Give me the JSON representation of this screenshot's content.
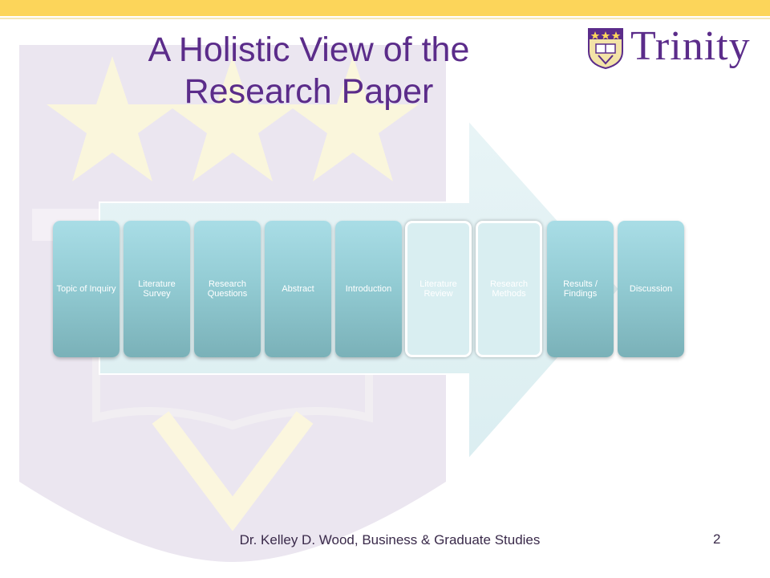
{
  "slide": {
    "title": "A Holistic View of the Research Paper",
    "logo_text": "Trinity",
    "footer": "Dr. Kelley D. Wood, Business & Graduate Studies",
    "page_number": "2"
  },
  "process_steps": [
    {
      "label": "Topic of Inquiry",
      "style": "normal"
    },
    {
      "label": "Literature Survey",
      "style": "normal"
    },
    {
      "label": "Research Questions",
      "style": "normal"
    },
    {
      "label": "Abstract",
      "style": "normal"
    },
    {
      "label": "Introduction",
      "style": "normal"
    },
    {
      "label": "Literature Review",
      "style": "highlighted"
    },
    {
      "label": "Research Methods",
      "style": "highlighted"
    },
    {
      "label": "Results / Findings",
      "style": "normal"
    },
    {
      "label": "Discussion",
      "style": "normal"
    }
  ],
  "colors": {
    "accent_gold": "#fcd55a",
    "title_purple": "#5b2c8a",
    "step_teal": "#93ccd4",
    "arrow_light": "#e4f1f3"
  },
  "icons": [
    "crest-watermark",
    "trinity-shield-logo",
    "process-arrow"
  ]
}
